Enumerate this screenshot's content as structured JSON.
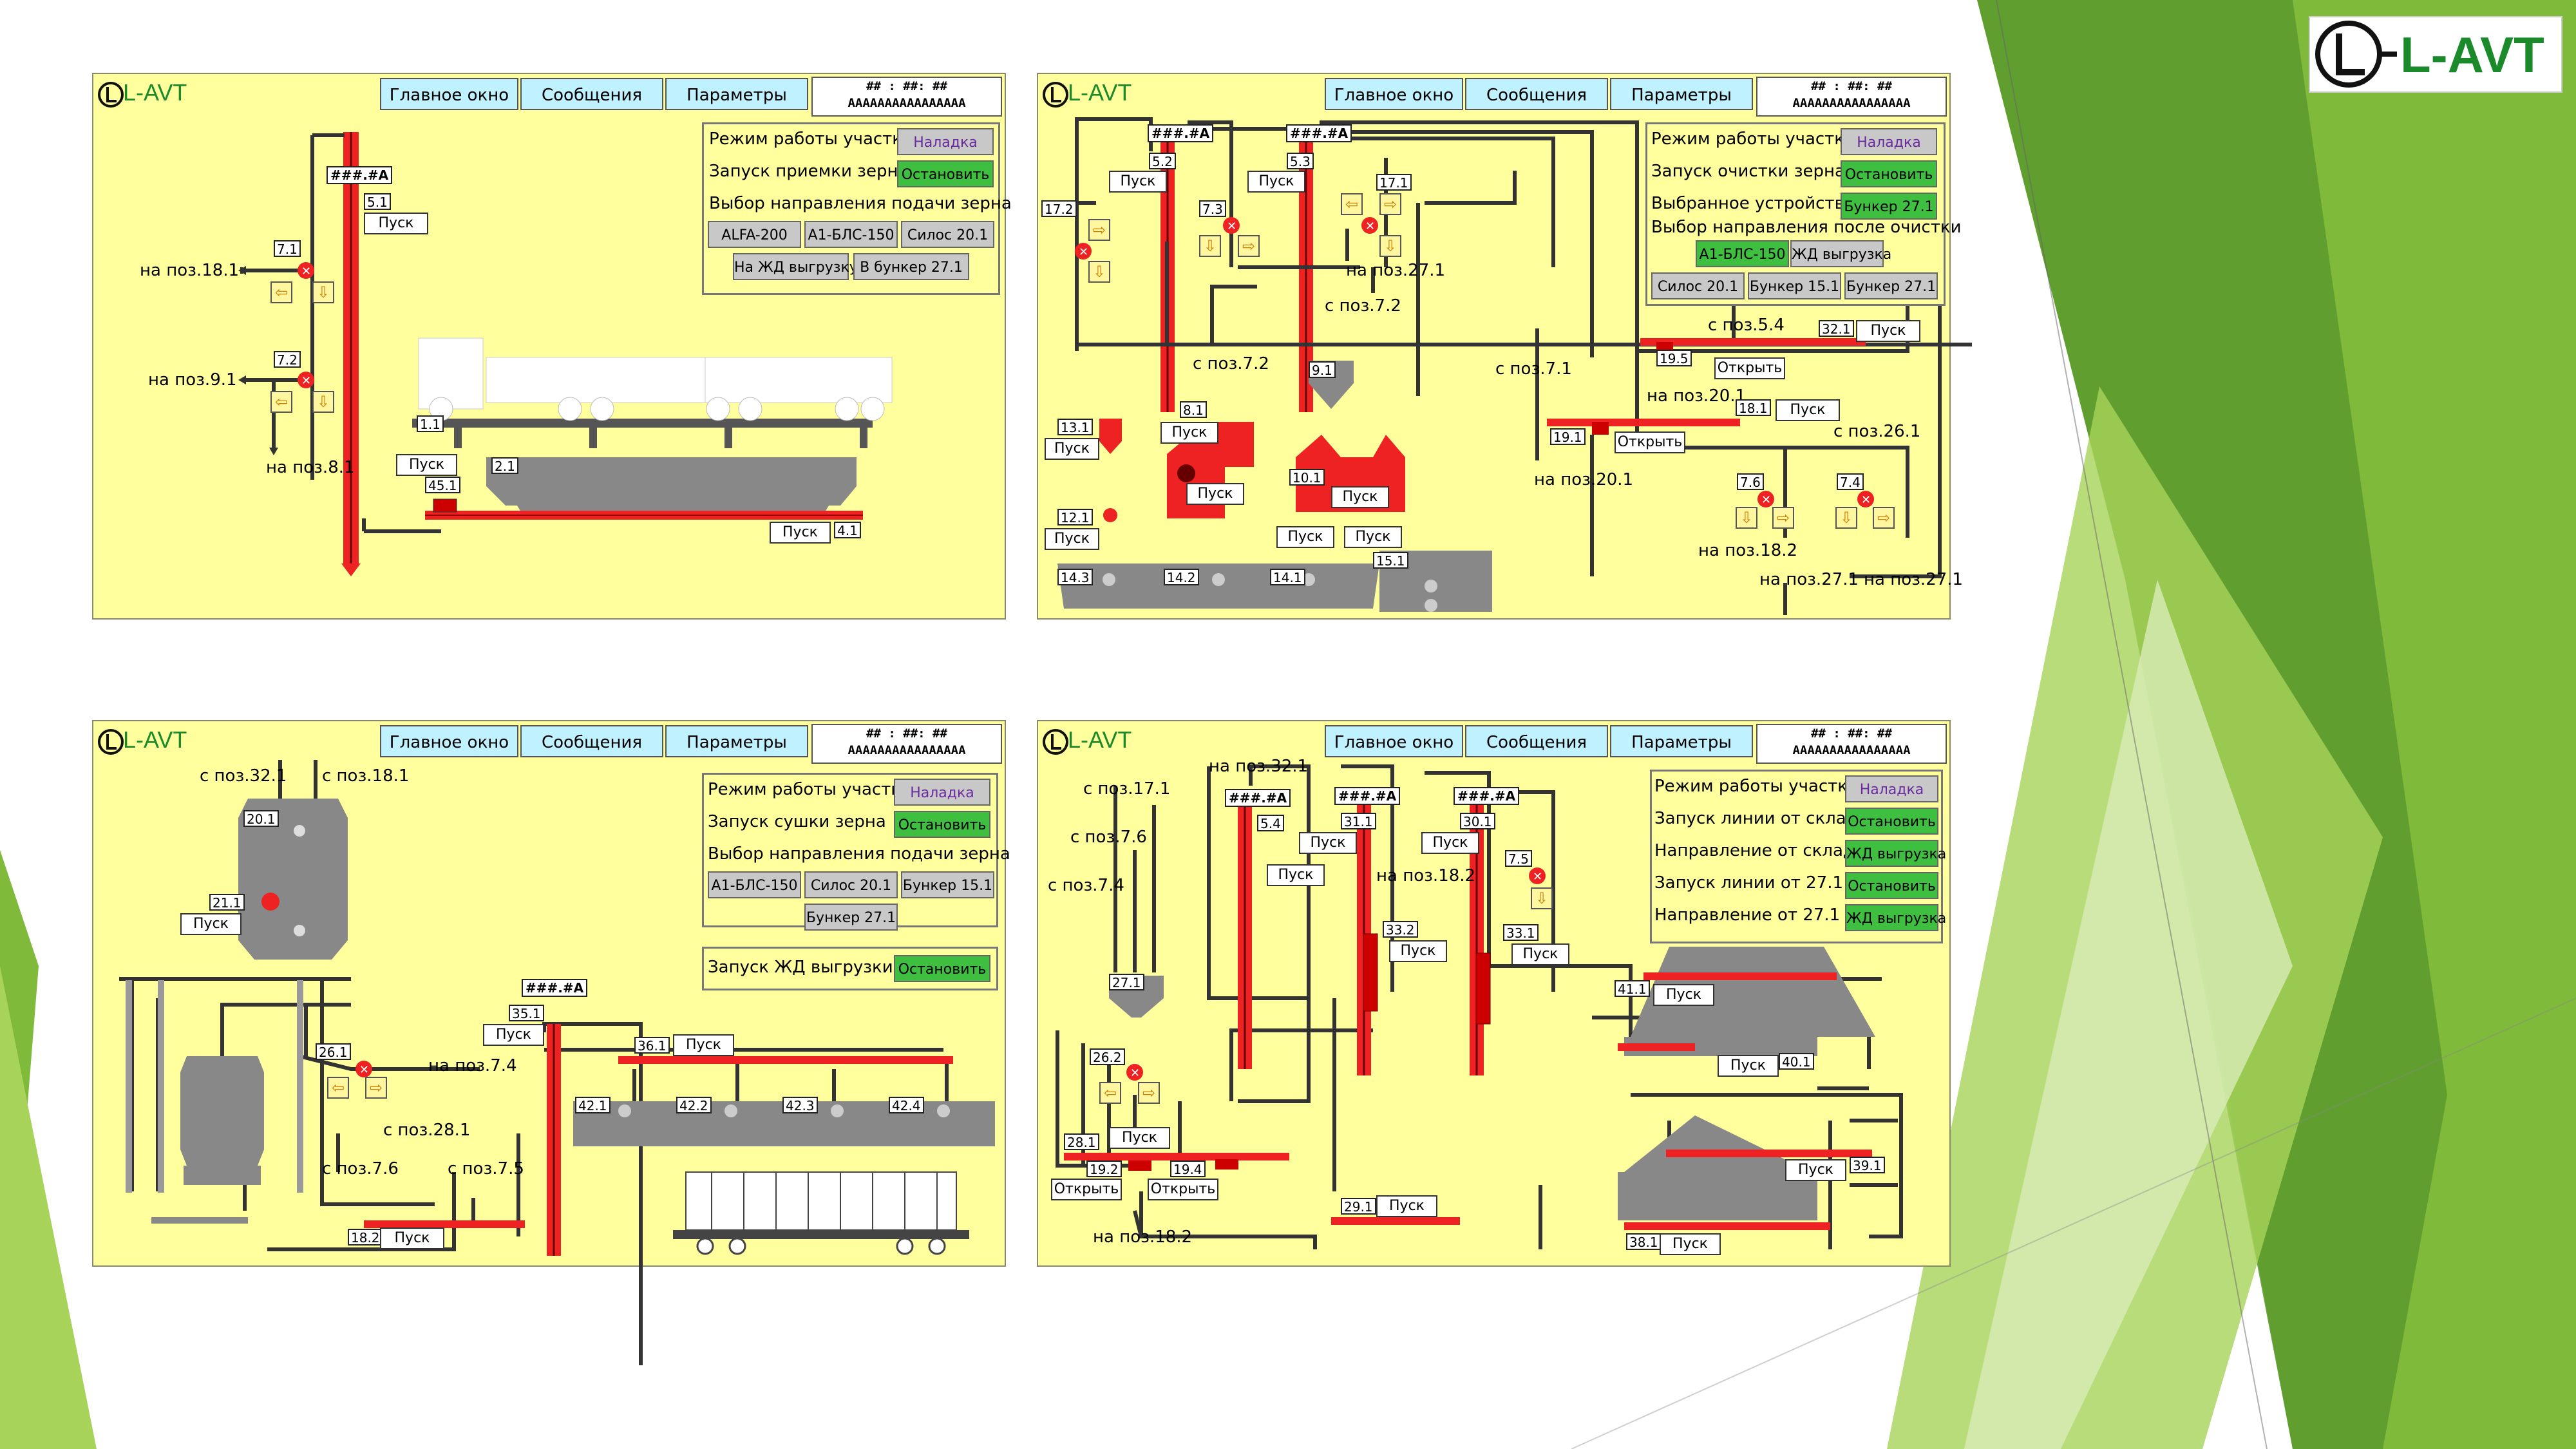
{
  "brand": {
    "logo_text": "L-AVT"
  },
  "common": {
    "nav": [
      "Главное окно",
      "Сообщения",
      "Параметры"
    ],
    "clock_line1": "## : ##: ##",
    "clock_line2": "AAAAAAAAAAAAAAAA",
    "logo": "L-AVT"
  },
  "panel1": {
    "mode_label": "Режим работы участка",
    "mode_value": "Наладка",
    "start_label": "Запуск приемки зерна",
    "start_btn": "Остановить",
    "dir_label": "Выбор направления подачи зерна",
    "dir_buttons": [
      "ALFA-200",
      "А1-БЛС-150",
      "Силос 20.1",
      "На ЖД выгрузку",
      "В бункер 27.1"
    ],
    "hash": "###.#A",
    "tags": [
      "5.1",
      "7.1",
      "7.2",
      "1.1",
      "2.1",
      "45.1",
      "4.1"
    ],
    "pusk": "Пуск",
    "dest": [
      "на поз.18.1",
      "на поз.9.1",
      "на поз.8.1"
    ]
  },
  "panel2": {
    "mode_label": "Режим работы участка",
    "mode_value": "Наладка",
    "start_label": "Запуск очистки зерна",
    "start_btn": "Остановить",
    "device_label": "Выбранное устройство",
    "device_value": "Бункер 27.1",
    "dir_label": "Выбор направления после очистки",
    "dir_buttons": [
      "А1-БЛС-150",
      "ЖД выгрузка",
      "Силос 20.1",
      "Бункер 15.1",
      "Бункер 27.1"
    ],
    "hash": "###.#A",
    "tags": [
      "5.2",
      "5.3",
      "17.2",
      "7.3",
      "17.1",
      "8.1",
      "9.1",
      "13.1",
      "12.1",
      "10.1",
      "14.3",
      "14.2",
      "14.1",
      "15.1",
      "19.5",
      "32.1",
      "18.1",
      "19.1",
      "7.6",
      "7.4"
    ],
    "pusk": "Пуск",
    "open": "Открыть",
    "dest": [
      "с поз.7.2",
      "с поз.7.2",
      "на поз.27.1",
      "с поз.5.4",
      "с поз.7.1",
      "на поз.20.1",
      "на поз.20.1",
      "с поз.26.1",
      "на поз.18.2",
      "на поз.27.1",
      "на поз.27.1"
    ]
  },
  "panel3": {
    "mode_label": "Режим работы участка",
    "mode_value": "Наладка",
    "start_label": "Запуск сушки зерна",
    "start_btn": "Остановить",
    "dir_label": "Выбор направления подачи зерна",
    "dir_buttons": [
      "А1-БЛС-150",
      "Силос 20.1",
      "Бункер 15.1",
      "Бункер 27.1"
    ],
    "rail_label": "Запуск ЖД выгрузки",
    "rail_btn": "Остановить",
    "hash": "###.#A",
    "tags": [
      "20.1",
      "21.1",
      "26.1",
      "35.1",
      "36.1",
      "42.1",
      "42.2",
      "42.3",
      "42.4",
      "18.2"
    ],
    "pusk": "Пуск",
    "dest": [
      "с поз.32.1",
      "с поз.18.1",
      "на поз.7.4",
      "с поз.28.1",
      "с поз.7.6",
      "с поз.7.5"
    ]
  },
  "panel4": {
    "mode_label": "Режим работы участка",
    "mode_value": "Наладка",
    "line_label": "Запуск линии от склада",
    "line_btn": "Остановить",
    "linedir_label": "Направление от склада",
    "linedir_value": "ЖД выгрузка",
    "l27_label": "Запуск линии от 27.1",
    "l27_btn": "Остановить",
    "d27_label": "Направление от 27.1",
    "d27_value": "ЖД выгрузка",
    "hash": "###.#A",
    "tags": [
      "5.4",
      "31.1",
      "30.1",
      "7.5",
      "33.2",
      "33.1",
      "27.1",
      "26.2",
      "28.1",
      "19.2",
      "19.4",
      "29.1",
      "41.1",
      "40.1",
      "39.1",
      "38.1"
    ],
    "pusk": "Пуск",
    "open": "Открыть",
    "dest": [
      "на поз.32.1",
      "с поз.17.1",
      "с поз.7.6",
      "с поз.7.4",
      "на поз.18.2",
      "на поз.18.2"
    ]
  }
}
